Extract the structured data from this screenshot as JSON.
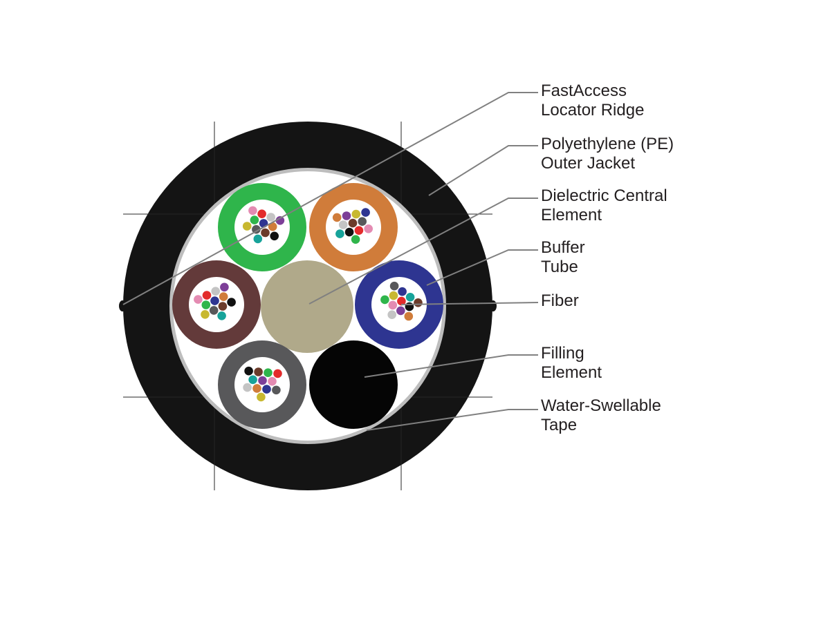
{
  "diagram": {
    "colors": {
      "jacket": "#141414",
      "jacket_segment_edge": "#262626",
      "tape": "#bdbdbd",
      "core_fill": "#ffffff",
      "central_element": "#b0a98a",
      "filling_element": "#050505",
      "leader_line": "#808080"
    },
    "buffer_tubes": [
      {
        "color_name": "green",
        "color": "#2fb54b"
      },
      {
        "color_name": "orange",
        "color": "#d07c3a"
      },
      {
        "color_name": "blue",
        "color": "#2e3591"
      },
      {
        "color_name": "slate",
        "color": "#58585a"
      },
      {
        "color_name": "brown",
        "color": "#633a3a"
      }
    ],
    "fiber_colors": [
      "#2e3591",
      "#d07c3a",
      "#2fb54b",
      "#6b3b2a",
      "#58585a",
      "#c4c4c4",
      "#e32b2b",
      "#111111",
      "#c8b830",
      "#7d3f98",
      "#e48bb2",
      "#17a39a"
    ],
    "labels": [
      {
        "lines": [
          "FastAccess",
          "Locator Ridge"
        ]
      },
      {
        "lines": [
          "Polyethylene (PE)",
          "Outer Jacket"
        ]
      },
      {
        "lines": [
          "Dielectric Central",
          "Element"
        ]
      },
      {
        "lines": [
          "Buffer",
          "Tube"
        ]
      },
      {
        "lines": [
          "Fiber"
        ]
      },
      {
        "lines": [
          "Filling",
          "Element"
        ]
      },
      {
        "lines": [
          "Water-Swellable",
          "Tape"
        ]
      }
    ]
  }
}
